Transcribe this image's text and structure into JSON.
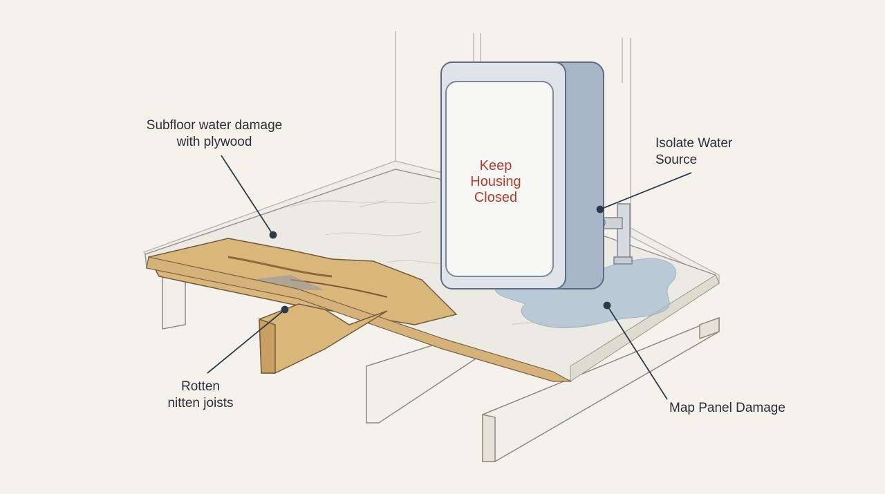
{
  "labels": {
    "subfloor_line1": "Subfloor water damage",
    "subfloor_line2": "with plywood",
    "isolate_line1": "Isolate Water",
    "isolate_line2": "Source",
    "rotten_line1": "Rotten",
    "rotten_line2": "nitten joists",
    "map_panel": "Map Panel Damage"
  },
  "housing_text": {
    "line1": "Keep",
    "line2": "Housing",
    "line3": "Closed"
  },
  "icons": {
    "valve": "water-shutoff-valve-icon",
    "housing": "utility-housing-icon"
  },
  "colors": {
    "background": "#f4f2ea",
    "plywood": "#ecebe3",
    "rotten_wood": "#d9b67a",
    "water": "#a9bfd2",
    "housing": "#dfe3ea",
    "warning_text": "#b23b2c",
    "leader_line": "#2f3a48"
  }
}
